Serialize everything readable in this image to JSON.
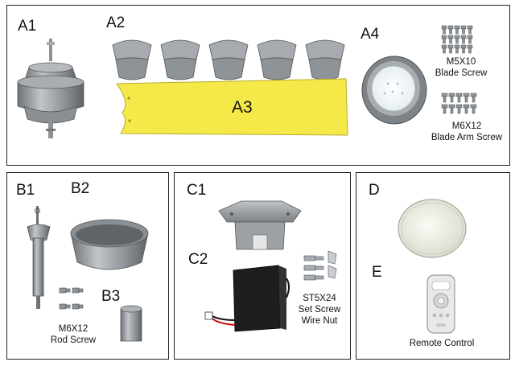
{
  "panels": {
    "top": {
      "labels": {
        "a1": "A1",
        "a2": "A2",
        "a3": "A3",
        "a4": "A4"
      },
      "screws": [
        {
          "size": "M5X10",
          "name": "Blade Screw"
        },
        {
          "size": "M6X12",
          "name": "Blade Arm Screw"
        }
      ]
    },
    "bottom_left": {
      "labels": {
        "b1": "B1",
        "b2": "B2",
        "b3": "B3"
      },
      "screw": {
        "size": "M6X12",
        "name": "Rod Screw"
      }
    },
    "bottom_middle": {
      "labels": {
        "c1": "C1",
        "c2": "C2"
      },
      "hardware": {
        "line1": "ST5X24",
        "line2": "Set Screw",
        "line3": "Wire Nut"
      }
    },
    "bottom_right": {
      "labels": {
        "d": "D",
        "e": "E"
      },
      "remote": "Remote Control"
    }
  },
  "colors": {
    "border": "#222222",
    "metal": "#9ea3a8",
    "metal_dark": "#6d7277",
    "blade": "#f5e94a",
    "glass": "#efefe4",
    "receiver": "#1e1e1e"
  }
}
